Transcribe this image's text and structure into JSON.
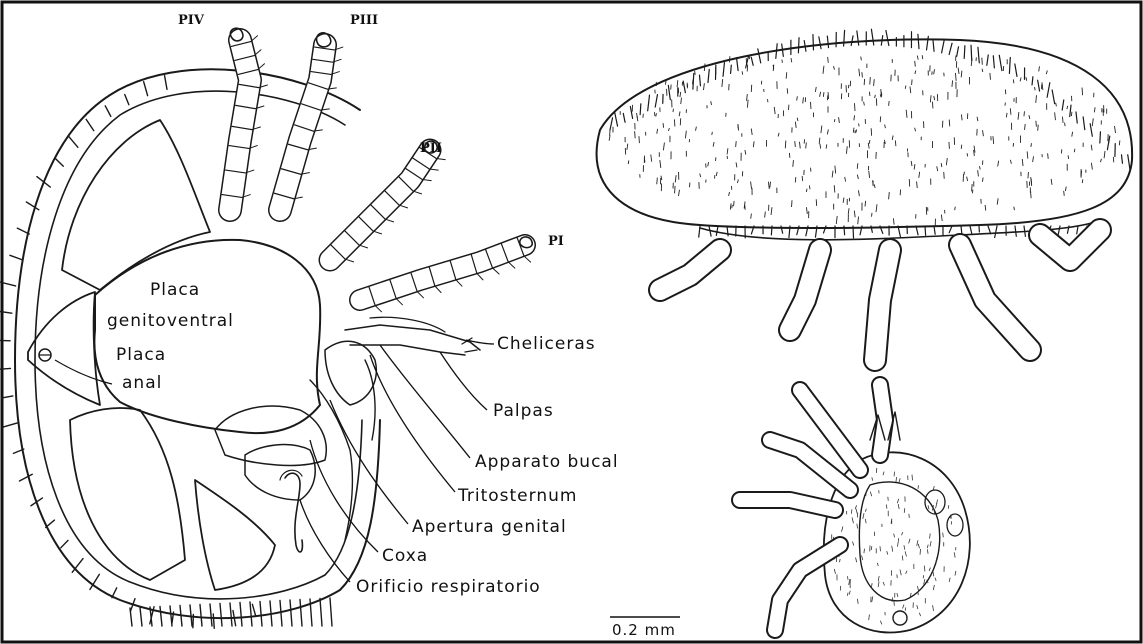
{
  "legs": {
    "p4": "PIV",
    "p3": "PIII",
    "p2": "PII",
    "p1": "PI"
  },
  "plates": {
    "genitoventral_line1": "Placa",
    "genitoventral_line2": "genitoventral",
    "anal_line1": "Placa",
    "anal_line2": "anal"
  },
  "parts": {
    "cheliceras": "Cheliceras",
    "palpas": "Palpas",
    "apparato_bucal": "Apparato bucal",
    "tritosternum": "Tritosternum",
    "apertura_genital": "Apertura genital",
    "coxa": "Coxa",
    "orificio_respiratorio": "Orificio respiratorio"
  },
  "scale_bar": "0.2 mm"
}
